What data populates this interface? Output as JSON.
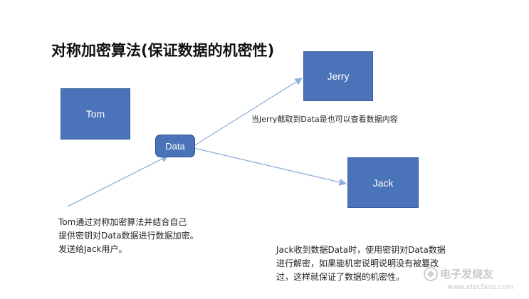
{
  "title": "对称加密算法(保证数据的机密性)",
  "nodes": {
    "tom": "Tom",
    "jerry": "Jerry",
    "jack": "Jack",
    "data": "Data"
  },
  "captions": {
    "jerry": "当Jerry截取到Data是也可以查看数据内容",
    "tom": [
      "Tom通过对称加密算法并结合自己",
      "提供密钥对Data数据进行数据加密。",
      "发送给Jack用户。"
    ],
    "jack": [
      "Jack收到数据Data时，使用密钥对Data数据",
      "进行解密，如果能机密说明说明没有被篡改",
      "过，这样就保证了数据的机密性。"
    ]
  },
  "watermark": {
    "brand": "电子发烧友",
    "url": "www.elecfans.com"
  },
  "colors": {
    "box_fill": "#4a73b9",
    "arrow": "#8fb0d8"
  },
  "icons": {
    "arrowhead": "arrowhead-icon"
  }
}
